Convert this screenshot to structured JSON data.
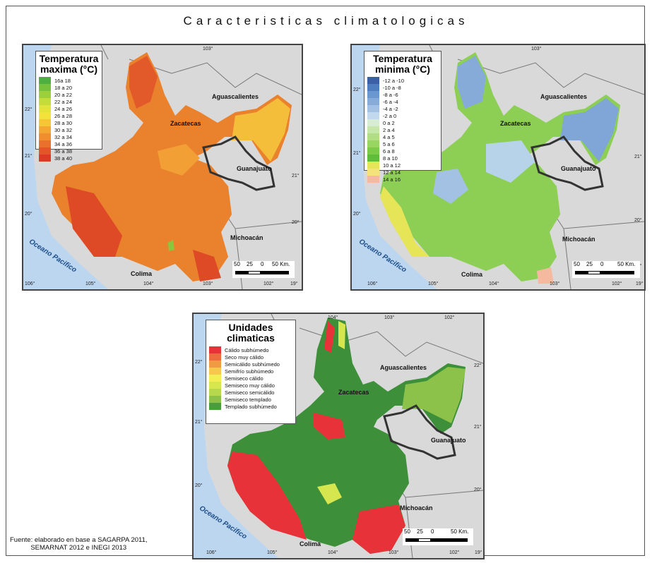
{
  "title": "Caracteristicas climatologicas",
  "source_line1": "Fuente: elaborado en base a SAGARPA 2011,",
  "source_line2": "SEMARNAT 2012 e INEGI 2013",
  "ocean_label": "Oceano Pacifico",
  "places": {
    "aguascalientes": "Aguascalientes",
    "zacatecas": "Zacatecas",
    "guanajuato": "Guanajuato",
    "michoacan": "Michoacán",
    "colima": "Colima"
  },
  "ticks": {
    "lon106": "106°",
    "lon105": "105°",
    "lon104": "104°",
    "lon103": "103°",
    "lon102": "102°",
    "lon19": "19°",
    "lat22": "22°",
    "lat21": "21°",
    "lat20": "20°",
    "lat19": "19°"
  },
  "scale": {
    "n50": "50",
    "n25": "25",
    "n0": "0",
    "km": "50 Km."
  },
  "maps": [
    {
      "legend_title": "Temperatura maxima (°C)",
      "legend": [
        {
          "label": "16a 18",
          "color": "#4caf3f"
        },
        {
          "label": "18 a 20",
          "color": "#76c23c"
        },
        {
          "label": "20 a 22",
          "color": "#9ccf3a"
        },
        {
          "label": "22 a 24",
          "color": "#c3dc39"
        },
        {
          "label": "24 a 26",
          "color": "#e3e33b"
        },
        {
          "label": "26 a 28",
          "color": "#f2e23a"
        },
        {
          "label": "28 a 30",
          "color": "#f6c637"
        },
        {
          "label": "30 a 32",
          "color": "#f4a832"
        },
        {
          "label": "32 a 34",
          "color": "#ef8d2f"
        },
        {
          "label": "34 a 36",
          "color": "#ea712c"
        },
        {
          "label": "36 a 38",
          "color": "#e45529"
        },
        {
          "label": "38 a 40",
          "color": "#dc3a27"
        }
      ]
    },
    {
      "legend_title": "Temperatura minima (°C)",
      "legend": [
        {
          "label": "-12 a -10",
          "color": "#3c5fa6"
        },
        {
          "label": "-10 a -8",
          "color": "#4f7ec0"
        },
        {
          "label": "-8 a -6",
          "color": "#6a97cf"
        },
        {
          "label": "-6 a -4",
          "color": "#86abd9"
        },
        {
          "label": "-4 a -2",
          "color": "#a3c1e3"
        },
        {
          "label": "-2 a 0",
          "color": "#c2d8ec"
        },
        {
          "label": "0 a 2",
          "color": "#d7ecd3"
        },
        {
          "label": "2 a 4",
          "color": "#c7e6a9"
        },
        {
          "label": "4 a 5",
          "color": "#b1de83"
        },
        {
          "label": "5 a 6",
          "color": "#98d561"
        },
        {
          "label": "6 a 8",
          "color": "#7ccb46"
        },
        {
          "label": "8 a 10",
          "color": "#5fbd3a"
        },
        {
          "label": "10 a 12",
          "color": "#e6e457"
        },
        {
          "label": "12 a 14",
          "color": "#f4e37a"
        },
        {
          "label": "14 a 16",
          "color": "#f5b9a0"
        }
      ]
    },
    {
      "legend_title": "Unidades climaticas",
      "legend": [
        {
          "label": "Cálido subhúmedo",
          "color": "#e8323a"
        },
        {
          "label": "Seco muy cálido",
          "color": "#ee6b3f"
        },
        {
          "label": "Semicálido subhúmedo",
          "color": "#f09a44"
        },
        {
          "label": "Semifrío subhúmedo",
          "color": "#f6c84c"
        },
        {
          "label": "Semiseco cálido",
          "color": "#f4ee55"
        },
        {
          "label": "Semiseco muy cálido",
          "color": "#d6e64f"
        },
        {
          "label": "Semiseco semicálido",
          "color": "#b7d84c"
        },
        {
          "label": "Semiseco templado",
          "color": "#8cc249"
        },
        {
          "label": "Templado subhúmedo",
          "color": "#4b9c3e"
        }
      ]
    }
  ]
}
